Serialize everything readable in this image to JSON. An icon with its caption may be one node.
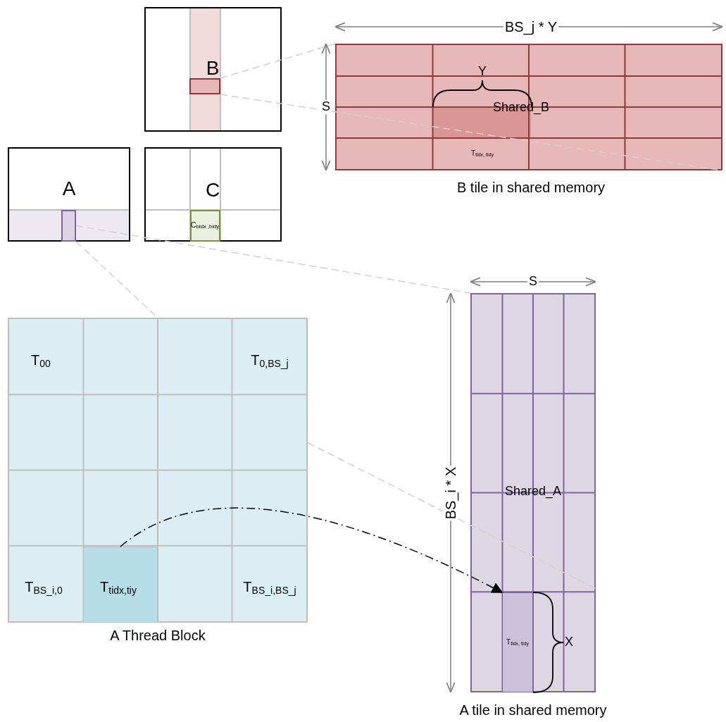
{
  "diagram": {
    "nodes": [
      {
        "text": [
          "B"
        ]
      },
      {
        "text": [],
        "shape": "box",
        "in": 0
      },
      {
        "text": [
          "A"
        ]
      },
      {
        "text": [],
        "shape": "box",
        "in": 2
      },
      {
        "text": [
          "C"
        ]
      },
      {
        "text": [
          "C$_{bidx ,bidy}$"
        ],
        "in": 4
      },
      {
        "text": [
          "Shared_B"
        ],
        "beside": [
          "B tile in shared memory"
        ]
      },
      {
        "text": [
          "T$_{tidx, tidy}$"
        ],
        "in": 6
      },
      {
        "text": [],
        "shape": "box",
        "beside": [
          "A Thread Block"
        ]
      },
      {
        "text": [
          "T$_{00}$"
        ],
        "in": 8
      },
      {
        "text": [
          "T$_{0,BS_j}$"
        ],
        "in": 8
      },
      {
        "text": [
          "T$_{BS_i,0}$"
        ],
        "in": 8
      },
      {
        "text": [
          "T$_{tidx,tiy}$"
        ],
        "in": 8
      },
      {
        "text": [
          "T$_{BS_i,BS_j}$"
        ],
        "in": 8
      },
      {
        "text": [
          "Shared_A"
        ],
        "beside": [
          "A tile in shared memory"
        ]
      },
      {
        "text": [
          "T$_{tidx, tidy}$"
        ],
        "in": 14
      }
    ],
    "edges": [
      {
        "from": 1,
        "to": 6,
        "arrow": "none",
        "style": "dashed"
      },
      {
        "from": 1,
        "to": 6,
        "arrow": "none",
        "style": "dashed"
      },
      {
        "from": 3,
        "to": 14,
        "arrow": "none",
        "style": "dashed"
      },
      {
        "from": 3,
        "to": 8,
        "arrow": "none",
        "style": "dashed"
      },
      {
        "from": 8,
        "to": 14,
        "arrow": "none",
        "style": "dashed"
      },
      {
        "from": 12,
        "to": 15,
        "arrow": "to",
        "style": "dashed",
        "color": "#000000"
      }
    ],
    "labels": [
      "BS_j * Y",
      "Y",
      "S",
      "S",
      "BS_i * X",
      "X"
    ]
  }
}
